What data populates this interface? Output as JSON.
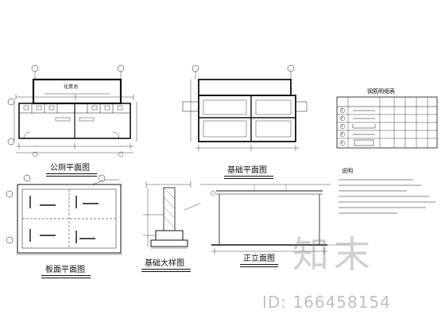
{
  "drawings": {
    "toilet_plan": {
      "title": "公厕平面图",
      "room_label": "化粪池"
    },
    "foundation_plan": {
      "title": "基础平面图"
    },
    "roof_plan": {
      "title": "板面平面图"
    },
    "foundation_detail": {
      "title": "基础大样图"
    },
    "front_elevation": {
      "title": "正立面图"
    },
    "rebar_table": {
      "title": "钢筋明细表",
      "rows": 5,
      "row_numbers": [
        "1",
        "2",
        "3",
        "4",
        "5"
      ]
    },
    "notes": {
      "title": "说明"
    }
  },
  "watermark": {
    "logo_text": "知末",
    "id_text": "ID: 166458154",
    "color": "#8c8c8c"
  },
  "colors": {
    "line": "#111111",
    "background": "#ffffff"
  }
}
